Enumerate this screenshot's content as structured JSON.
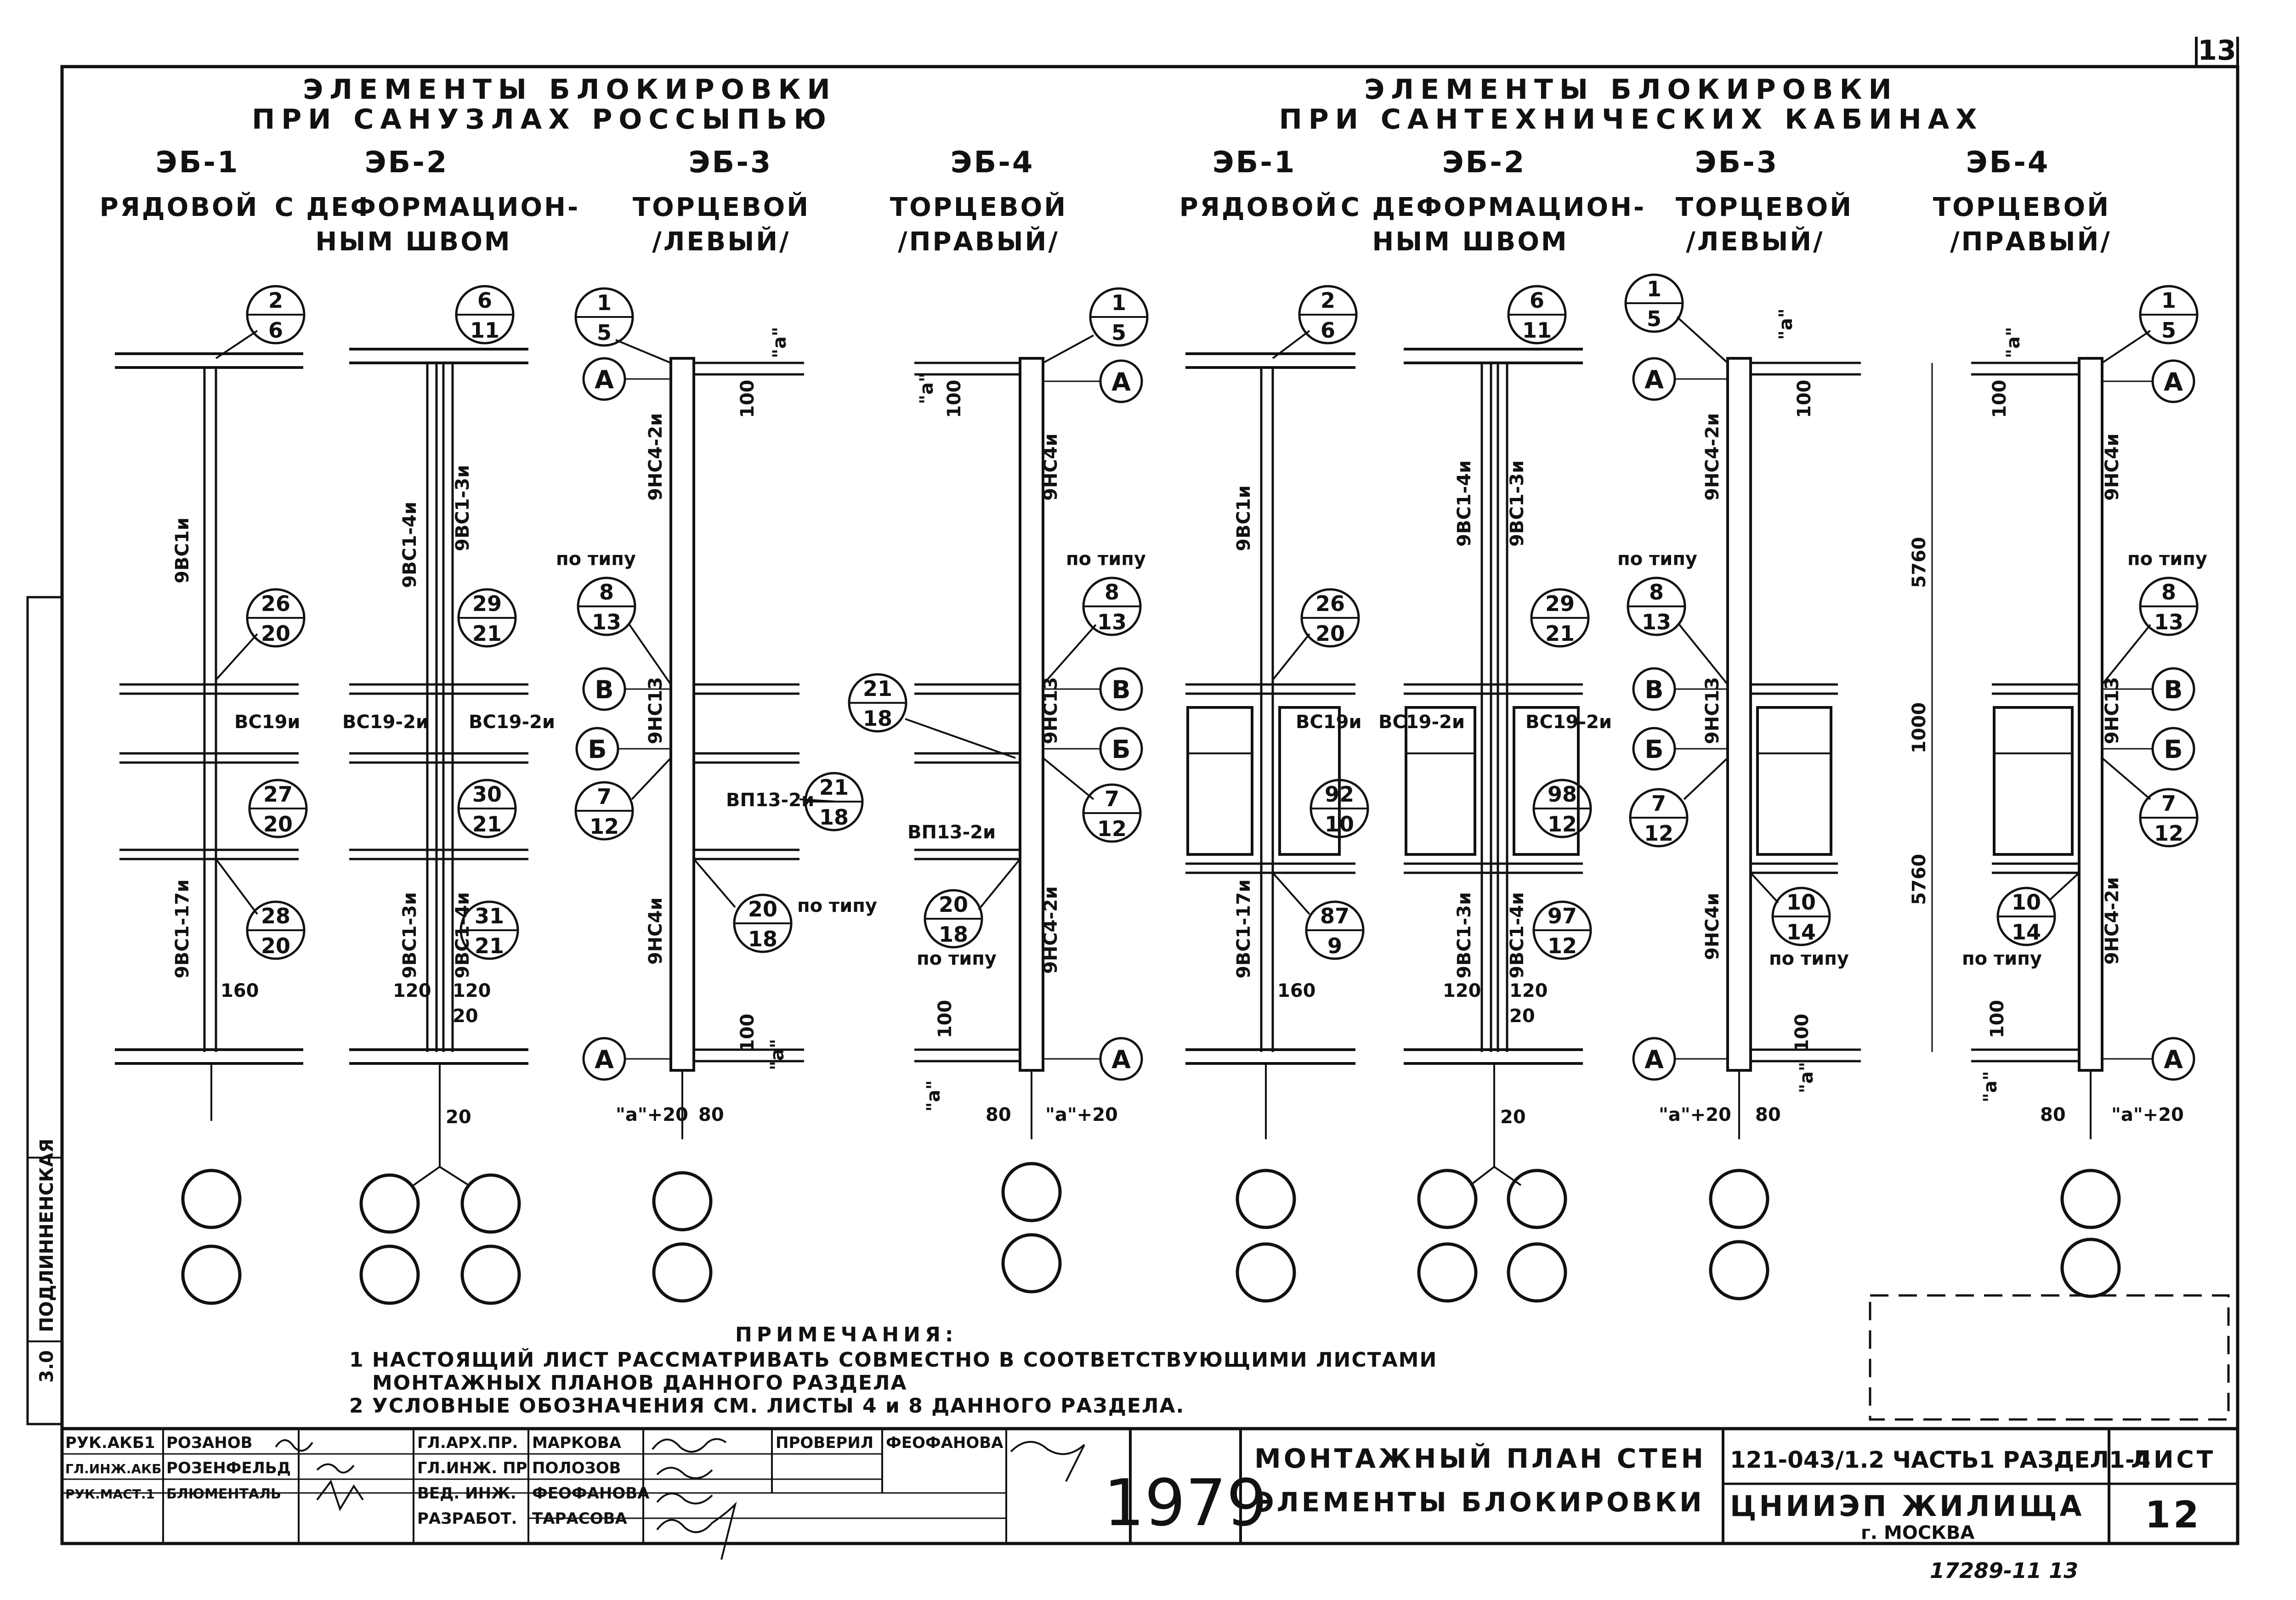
{
  "sheet_number_top": "13",
  "headers": {
    "left": [
      "ЭЛЕМЕНТЫ БЛОКИРОВКИ",
      "ПРИ САНУЗЛАХ РОССЫПЬЮ"
    ],
    "right": [
      "ЭЛЕМЕНТЫ БЛОКИРОВКИ",
      "ПРИ САНТЕХНИЧЕСКИХ КАБИНАХ"
    ]
  },
  "details": [
    {
      "code": "ЭБ-1",
      "desc": [
        "РЯДОВОЙ",
        ""
      ],
      "top_ref": [
        "2",
        "6"
      ],
      "labels_vertical": [
        "9ВС1и",
        "9ВС1-17и"
      ],
      "refs": [
        [
          "26",
          "20"
        ],
        [
          "27",
          "20"
        ],
        [
          "28",
          "20"
        ]
      ],
      "joint": [
        "ВС19и"
      ],
      "dims": [
        "160"
      ]
    },
    {
      "code": "ЭБ-2",
      "desc": [
        "С ДЕФОРМАЦИОН-",
        "НЫМ ШВОМ"
      ],
      "top_ref": [
        "6",
        "11"
      ],
      "labels_vertical": [
        "9ВС1-4и",
        "9ВС1-3и",
        "9ВС1-3и",
        "9ВС1-4и"
      ],
      "refs": [
        [
          "29",
          "21"
        ],
        [
          "30",
          "21"
        ],
        [
          "31",
          "21"
        ]
      ],
      "joint": [
        "ВС19-2и",
        "ВС19-2и"
      ],
      "dims": [
        "120",
        "120",
        "20",
        "20"
      ]
    },
    {
      "code": "ЭБ-3",
      "desc": [
        "ТОРЦЕВОЙ",
        "/ЛЕВЫЙ/"
      ],
      "top_ref": [
        "1",
        "5"
      ],
      "labels_vertical": [
        "9НС4-2и",
        "9НС13",
        "9НС4и"
      ],
      "refs": [
        [
          "8",
          "13"
        ],
        [
          "7",
          "12"
        ],
        [
          "21",
          "18"
        ],
        [
          "20",
          "18"
        ]
      ],
      "joint": [
        "ВП13-2и"
      ],
      "dims": [
        "100",
        "\"а\"",
        "\"а\"+20",
        "80",
        "100",
        "\"а\""
      ],
      "notes": [
        "по типу",
        "по типу"
      ]
    },
    {
      "code": "ЭБ-4",
      "desc": [
        "ТОРЦЕВОЙ",
        "/ПРАВЫЙ/"
      ],
      "top_ref": [
        "1",
        "5"
      ],
      "labels_vertical": [
        "9НС4и",
        "9НС13",
        "9НС4-2и"
      ],
      "refs": [
        [
          "8",
          "13"
        ],
        [
          "7",
          "12"
        ],
        [
          "21",
          "18"
        ],
        [
          "20",
          "18"
        ]
      ],
      "joint": [
        "ВП13-2и"
      ],
      "dims": [
        "100",
        "\"а\"",
        "80",
        "\"а\"+20",
        "100",
        "\"а\""
      ],
      "notes": [
        "по типу",
        "по типу"
      ]
    },
    {
      "code": "ЭБ-1",
      "desc": [
        "РЯДОВОЙ",
        ""
      ],
      "top_ref": [
        "2",
        "6"
      ],
      "labels_vertical": [
        "9ВС1и",
        "9ВС1-17и"
      ],
      "refs": [
        [
          "26",
          "20"
        ],
        [
          "92",
          "10"
        ],
        [
          "87",
          "9"
        ]
      ],
      "joint": [
        "ВС19и"
      ],
      "dims": [
        "160"
      ]
    },
    {
      "code": "ЭБ-2",
      "desc": [
        "С ДЕФОРМАЦИОН-",
        "НЫМ ШВОМ"
      ],
      "top_ref": [
        "6",
        "11"
      ],
      "labels_vertical": [
        "9ВС1-4и",
        "9ВС1-3и",
        "9ВС1-3и",
        "9ВС1-4и"
      ],
      "refs": [
        [
          "29",
          "21"
        ],
        [
          "98",
          "12"
        ],
        [
          "97",
          "12"
        ]
      ],
      "joint": [
        "ВС19-2и",
        "ВС19-2и"
      ],
      "dims": [
        "120",
        "120",
        "20",
        "20"
      ]
    },
    {
      "code": "ЭБ-3",
      "desc": [
        "ТОРЦЕВОЙ",
        "/ЛЕВЫЙ/"
      ],
      "top_ref": [
        "1",
        "5"
      ],
      "labels_vertical": [
        "9НС4-2и",
        "9НС13",
        "9НС4и"
      ],
      "refs": [
        [
          "8",
          "13"
        ],
        [
          "7",
          "12"
        ],
        [
          "10",
          "14"
        ]
      ],
      "dims": [
        "100",
        "\"а\"",
        "\"а\"+20",
        "80",
        "100",
        "\"а\""
      ],
      "notes": [
        "по типу",
        "по типу"
      ]
    },
    {
      "code": "ЭБ-4",
      "desc": [
        "ТОРЦЕВОЙ",
        "/ПРАВЫЙ/"
      ],
      "top_ref": [
        "1",
        "5"
      ],
      "labels_vertical": [
        "9НС4и",
        "9НС13",
        "9НС4-2и"
      ],
      "refs": [
        [
          "8",
          "13"
        ],
        [
          "7",
          "12"
        ],
        [
          "10",
          "14"
        ]
      ],
      "dims": [
        "100",
        "\"а\"",
        "5760",
        "1000",
        "5760",
        "80",
        "\"а\"+20",
        "100",
        "\"а\""
      ],
      "notes": [
        "по типу",
        "по типу"
      ]
    }
  ],
  "axes": {
    "A": "А",
    "V": "В",
    "B": "Б"
  },
  "dim_common": "20",
  "notes": {
    "title": "ПРИМЕЧАНИЯ:",
    "lines": [
      "1 НАСТОЯЩИЙ ЛИСТ РАССМАТРИВАТЬ СОВМЕСТНО В СООТВЕТСТВУЮЩИМИ ЛИСТАМИ",
      "МОНТАЖНЫХ ПЛАНОВ ДАННОГО РАЗДЕЛА",
      "2 УСЛОВНЫЕ ОБОЗНАЧЕНИЯ СМ. ЛИСТЫ 4 и 8 ДАННОГО РАЗДЕЛА."
    ]
  },
  "side_stamp": {
    "label": "ПОДЛИННЕНСКАЯ",
    "value": "3.0"
  },
  "title_block": {
    "staff_left": [
      {
        "role": "РУК.АКБ1",
        "name": "РОЗАНОВ"
      },
      {
        "role": "ГЛ.ИНЖ.АКБ",
        "name": "РОЗЕНФЕЛЬД"
      },
      {
        "role": "РУК.МАСТ.1",
        "name": "БЛЮМЕНТАЛЬ"
      }
    ],
    "staff_mid": [
      {
        "role": "ГЛ.АРХ.ПР.",
        "name": "МАРКОВА"
      },
      {
        "role": "ГЛ.ИНЖ. ПР",
        "name": "ПОЛОЗОВ"
      },
      {
        "role": "ВЕД. ИНЖ.",
        "name": "ФЕОФАНОВА"
      },
      {
        "role": "РАЗРАБОТ.",
        "name": "ТАРАСОВА"
      }
    ],
    "checked_role": "ПРОВЕРИЛ",
    "checked_name": "ФЕОФАНОВА",
    "year": "1979",
    "title_lines": [
      "МОНТАЖНЫЙ ПЛАН СТЕН",
      "ЭЛЕМЕНТЫ БЛОКИРОВКИ"
    ],
    "project": "121-043/1.2 ЧАСТЬ1 РАЗДЕЛ1-4",
    "org": "ЦНИИЭП ЖИЛИЩА",
    "city": "г. МОСКВА",
    "sheet_label": "ЛИСТ",
    "sheet_no": "12"
  },
  "footer_code": "17289-11 13"
}
